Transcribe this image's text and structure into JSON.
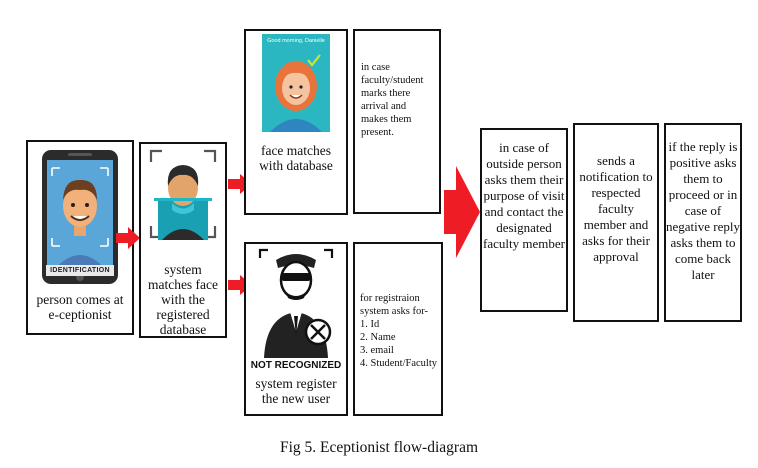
{
  "colors": {
    "arrow": "#ee1c24",
    "stroke": "#111111",
    "phone_body": "#2b2b2b",
    "skin": "#f2b07a"
  },
  "phone": {
    "badge": "IDENTIFICATION",
    "caption": "person comes at e-ceptionist"
  },
  "scan": {
    "caption": "system matches face with the registered database"
  },
  "match": {
    "banner": "Good morning, Danielle",
    "caption": "face matches with database"
  },
  "match_note": {
    "text": "in case faculty/student marks there arrival and makes them present."
  },
  "unknown": {
    "badge": "NOT RECOGNIZED",
    "caption": "system register the new user"
  },
  "register_note": {
    "intro": "for registraion system asks for-",
    "items": [
      "1. Id",
      "2. Name",
      "3. email",
      "4. Student/Faculty"
    ]
  },
  "steps": {
    "outside": "in case of outside person asks them their purpose of visit and contact the designated faculty member",
    "notify": "sends a notification to respected faculty member and asks for their approval",
    "reply": "if the reply is positive asks them to proceed or in case of negative reply asks them to come back later"
  },
  "figure": {
    "caption": "Fig 5. Eceptionist flow-diagram"
  }
}
